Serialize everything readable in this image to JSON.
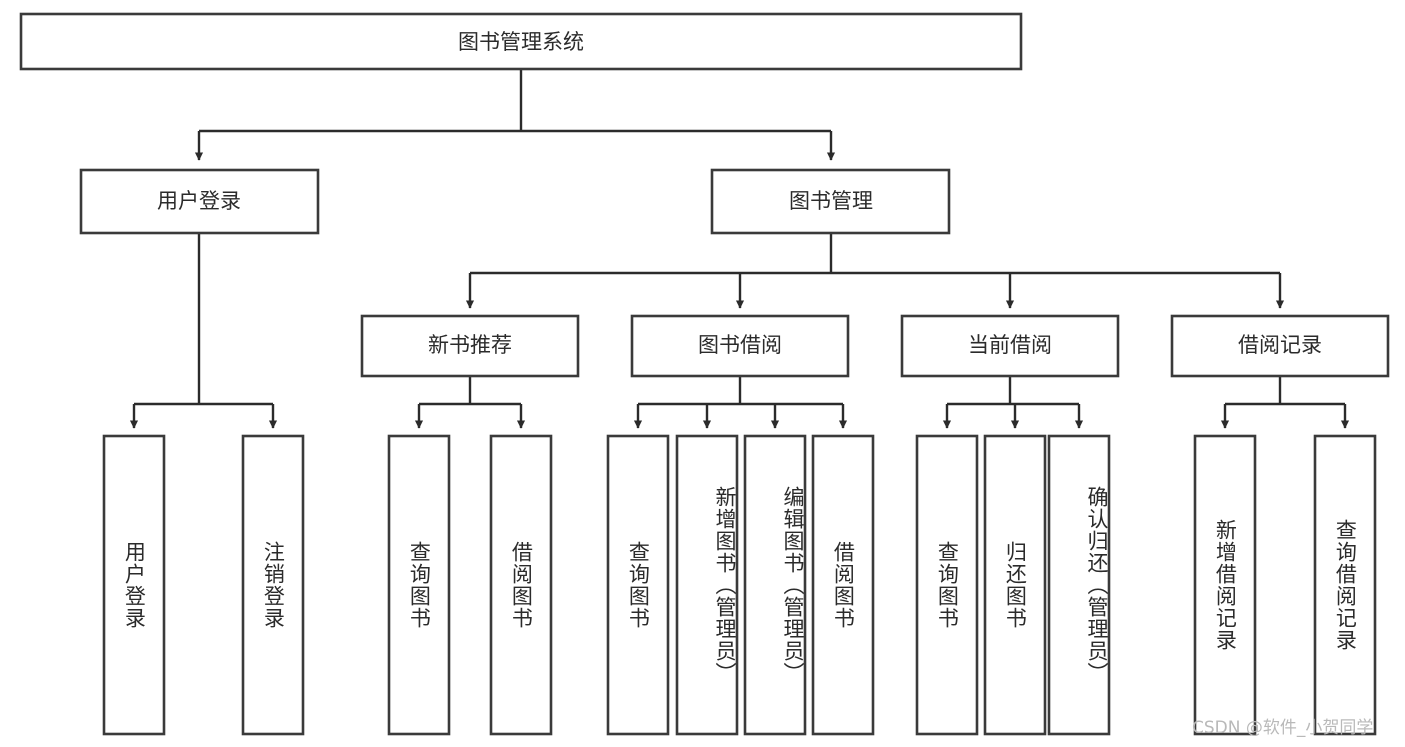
{
  "diagram": {
    "type": "tree-hierarchy",
    "title": "图书管理系统",
    "watermark": "CSDN @软件_小贺同学",
    "colors": {
      "box_stroke": "#3a3a3a",
      "line": "#2b2b2b",
      "text": "#2b2b2b",
      "background": "#ffffff",
      "watermark": "#b9b9b9"
    },
    "levels": {
      "root": {
        "label": "图书管理系统"
      },
      "level2": [
        {
          "id": "user-login",
          "label": "用户登录"
        },
        {
          "id": "book-management",
          "label": "图书管理"
        }
      ],
      "level3": [
        {
          "id": "new-book-recommend",
          "label": "新书推荐",
          "parent": "book-management"
        },
        {
          "id": "book-borrow",
          "label": "图书借阅",
          "parent": "book-management"
        },
        {
          "id": "current-borrow",
          "label": "当前借阅",
          "parent": "book-management"
        },
        {
          "id": "borrow-record",
          "label": "借阅记录",
          "parent": "book-management"
        }
      ],
      "leaves": [
        {
          "id": "leaf-user-login",
          "label": "用户登录",
          "parent": "user-login"
        },
        {
          "id": "leaf-logout-login",
          "label": "注销登录",
          "parent": "user-login"
        },
        {
          "id": "leaf-query-book-1",
          "label": "查询图书",
          "parent": "new-book-recommend"
        },
        {
          "id": "leaf-borrow-book-1",
          "label": "借阅图书",
          "parent": "new-book-recommend"
        },
        {
          "id": "leaf-query-book-2",
          "label": "查询图书",
          "parent": "book-borrow"
        },
        {
          "id": "leaf-add-book",
          "label": "新增图书（管理员）",
          "parent": "book-borrow"
        },
        {
          "id": "leaf-edit-book",
          "label": "编辑图书（管理员）",
          "parent": "book-borrow"
        },
        {
          "id": "leaf-borrow-book-2",
          "label": "借阅图书",
          "parent": "book-borrow"
        },
        {
          "id": "leaf-query-book-3",
          "label": "查询图书",
          "parent": "current-borrow"
        },
        {
          "id": "leaf-return-book",
          "label": "归还图书",
          "parent": "current-borrow"
        },
        {
          "id": "leaf-confirm-return",
          "label": "确认归还（管理员）",
          "parent": "current-borrow"
        },
        {
          "id": "leaf-add-record",
          "label": "新增借阅记录",
          "parent": "borrow-record"
        },
        {
          "id": "leaf-query-record",
          "label": "查询借阅记录",
          "parent": "borrow-record"
        }
      ]
    }
  }
}
